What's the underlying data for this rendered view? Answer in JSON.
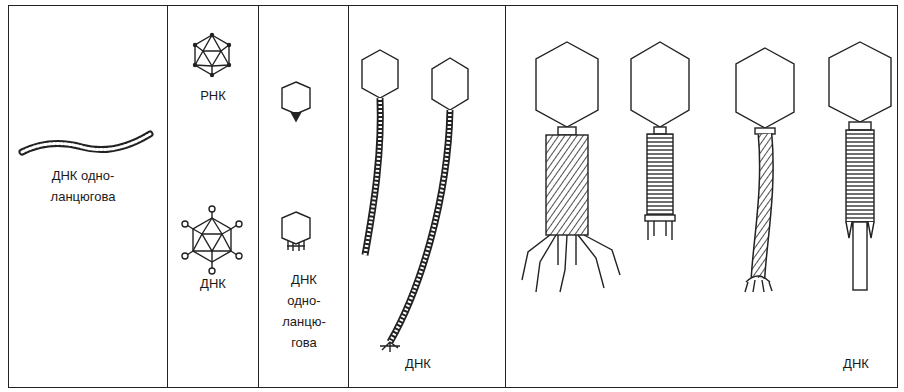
{
  "diagram": {
    "nodes": [
      {
        "text": [
          "ДНК одно- ланцюгова"
        ]
      },
      {
        "text": [
          "РНК",
          "ДНК"
        ]
      },
      {
        "text": [
          "ДНК одно- ланцю- гова"
        ]
      },
      {
        "text": [
          "ДНК"
        ]
      },
      {
        "text": [
          "ДНК"
        ]
      }
    ]
  }
}
